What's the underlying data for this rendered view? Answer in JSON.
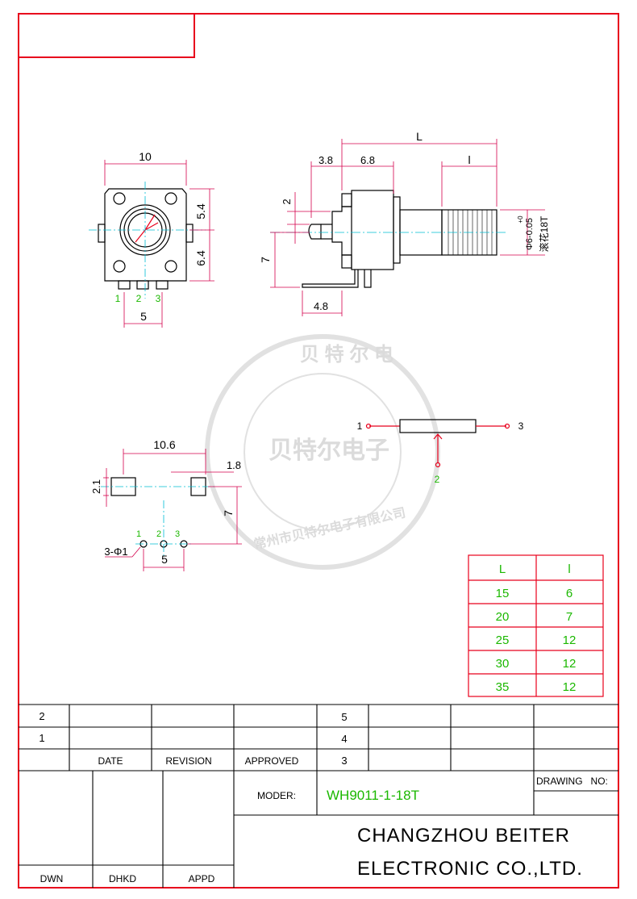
{
  "colors": {
    "frame": "#e8001c",
    "drawing": "#000000",
    "dimension": "#d4004c",
    "dim_text": "#000000",
    "green": "#1bb800",
    "centerline": "#00bcd4",
    "watermark": "#d8d8d8"
  },
  "top_view": {
    "width_label": "10",
    "upper_label": "5.4",
    "lower_label": "6.4",
    "pitch_label": "5",
    "pins": [
      "1",
      "2",
      "3"
    ]
  },
  "side_view": {
    "length_label": "L",
    "shaft_label": "l",
    "bushing_label": "6.8",
    "front_label": "3.8",
    "pin_offset_label": "2",
    "height_label": "7",
    "leg_label": "4.8",
    "shaft_dia_label": "Φ6-0.05",
    "shaft_dia_tol": "+0",
    "knurl_label": "滚花18T"
  },
  "footprint": {
    "span_label": "10.6",
    "pad_label": "1.8",
    "pad_height_label": "2.1",
    "row_offset_label": "7",
    "hole_label": "3-Φ1",
    "pitch_label": "5",
    "pins": [
      "1",
      "2",
      "3"
    ]
  },
  "schematic": {
    "pin1": "1",
    "pin2": "2",
    "pin3": "3"
  },
  "watermark": {
    "top_text": "贝 特 尔 电",
    "center_text": "贝特尔电子",
    "bottom_text": "常州市贝特尔电子有限公司"
  },
  "length_table": {
    "headers": [
      "L",
      "l"
    ],
    "rows": [
      [
        "15",
        "6"
      ],
      [
        "20",
        "7"
      ],
      [
        "25",
        "12"
      ],
      [
        "30",
        "12"
      ],
      [
        "35",
        "12"
      ]
    ]
  },
  "title_block": {
    "rev_rows_left": [
      "2",
      "1"
    ],
    "rev_rows_right": [
      "5",
      "4",
      "3"
    ],
    "col_date": "DATE",
    "col_revision": "REVISION",
    "col_approved": "APPROVED",
    "model_label": "MODER:",
    "model_value": "WH9011-1-18T",
    "drawing_no_label": "DRAWING   NO:",
    "company_line1": "CHANGZHOU BEITER",
    "company_line2": "ELECTRONIC CO.,LTD.",
    "sign_dwn": "DWN",
    "sign_dhkd": "DHKD",
    "sign_appd": "APPD"
  }
}
